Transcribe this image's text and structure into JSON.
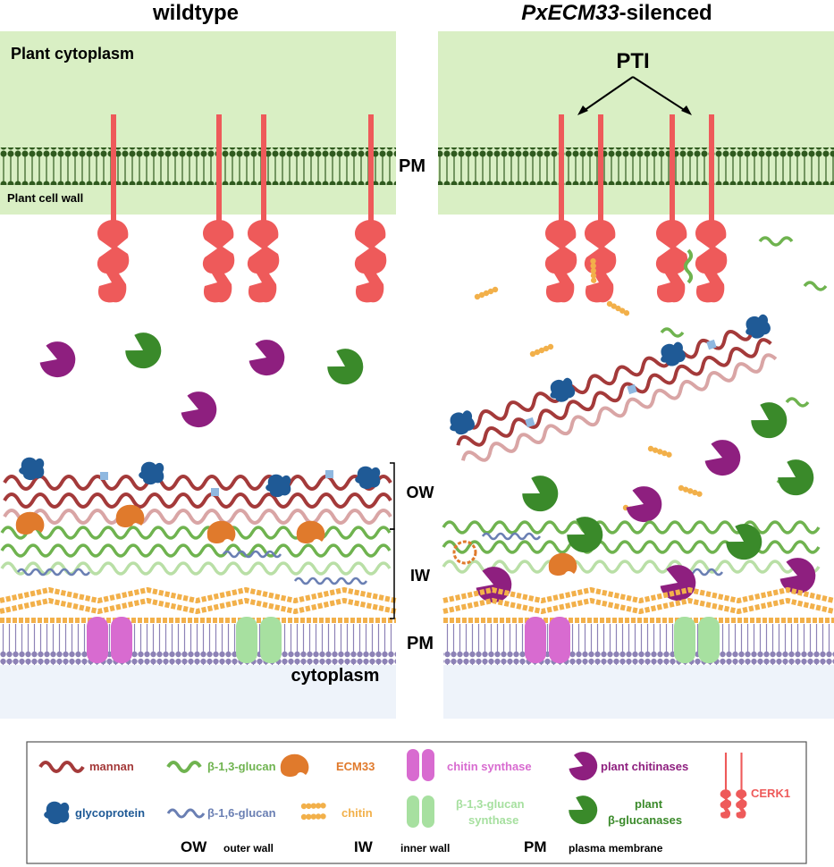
{
  "panels": {
    "left_title": "wildtype",
    "right_title_italic": "PxECM33",
    "right_title_suffix": "-silenced"
  },
  "labels": {
    "plant_cytoplasm": "Plant cytoplasm",
    "plant_cell_wall": "Plant cell wall",
    "pm_top": "PM",
    "pti": "PTI",
    "ow": "OW",
    "iw": "IW",
    "pm_bottom": "PM",
    "cytoplasm": "cytoplasm"
  },
  "legend": {
    "mannan": "mannan",
    "b13_glucan": "β-1,3-glucan",
    "ecm33": "ECM33",
    "chitin_synthase": "chitin synthase",
    "plant_chitinases": "plant chitinases",
    "glycoprotein": "glycoprotein",
    "b16_glucan": "β-1,6-glucan",
    "chitin": "chitin",
    "b13_glucan_synthase_1": "β-1,3-glucan",
    "b13_glucan_synthase_2": "synthase",
    "plant_b_glucanases_1": "plant",
    "plant_b_glucanases_2": "β-glucanases",
    "cerk1": "CERK1",
    "ow_abbr": "OW",
    "ow_full": "outer wall",
    "iw_abbr": "IW",
    "iw_full": "inner wall",
    "pm_abbr": "PM",
    "pm_full": "plasma membrane"
  },
  "colors": {
    "plant_bg": "#d9efc4",
    "membrane_dark": "#2f5a1e",
    "cerk1": "#ee5a5a",
    "chitinase": "#8e1f7f",
    "glucanase": "#3a8a2a",
    "mannan": "#a43a3a",
    "glycoprotein": "#1f5a96",
    "b13_glucan": "#6fb34f",
    "b16_glucan": "#6a7fb3",
    "chitin": "#f2b04a",
    "ecm33": "#e07a2c",
    "chitin_synthase": "#d86bd0",
    "glucan_synthase": "#a7e0a0",
    "fungal_pm": "#9a8fc0",
    "cytoplasm_bg": "#eef3fa"
  }
}
